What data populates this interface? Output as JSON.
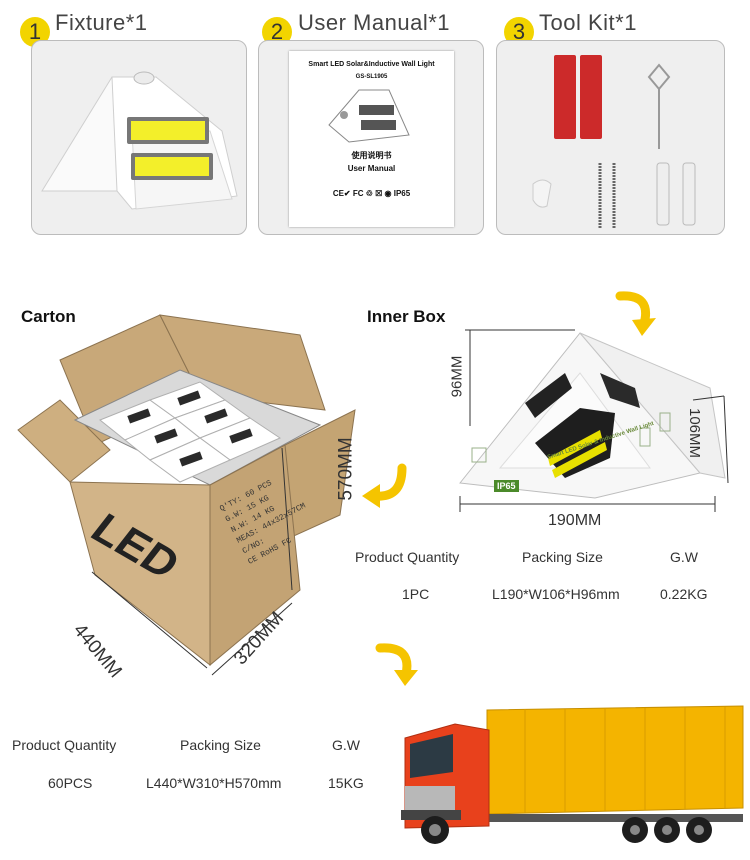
{
  "kit_items": [
    {
      "number": "1",
      "label": "Fixture*1"
    },
    {
      "number": "2",
      "label": "User Manual*1"
    },
    {
      "number": "3",
      "label": "Tool Kit*1"
    }
  ],
  "manual": {
    "title": "Smart LED Solar&Inductive Wall Light",
    "model": "GS-SL1905",
    "cn_title": "使用说明书",
    "en_title": "User Manual",
    "certs": "CE✔ FC ♲ ☒ ◉ IP65"
  },
  "carton": {
    "title": "Carton",
    "height_label": "570MM",
    "length_label": "440MM",
    "width_label": "320MM",
    "side_print": "LED",
    "side_table": [
      "Q'TY:     60    PCS",
      "G.W:     15    KG",
      "N.W:     14    KG",
      "MEAS:  44x32x57CM",
      "C/NO:"
    ],
    "side_marks": "CE RoHS FC"
  },
  "inner_box": {
    "title": "Inner Box",
    "height_label": "96MM",
    "side_label": "106MM",
    "length_label": "190MM",
    "print_text": "Smart LED Solar & Inductive Wall Light",
    "ip_label": "IP65"
  },
  "inner_table": {
    "headers": [
      "Product Quantity",
      "Packing Size",
      "G.W"
    ],
    "values": [
      "1PC",
      "L190*W106*H96mm",
      "0.22KG"
    ]
  },
  "carton_table": {
    "headers": [
      "Product Quantity",
      "Packing Size",
      "G.W"
    ],
    "values": [
      "60PCS",
      "L440*W310*H570mm",
      "15KG"
    ]
  },
  "colors": {
    "badge": "#f2d400",
    "arrow": "#f5c400",
    "cob_led": "#f3ef2a",
    "truck_cargo": "#f4b400",
    "truck_cab": "#e8411c"
  }
}
